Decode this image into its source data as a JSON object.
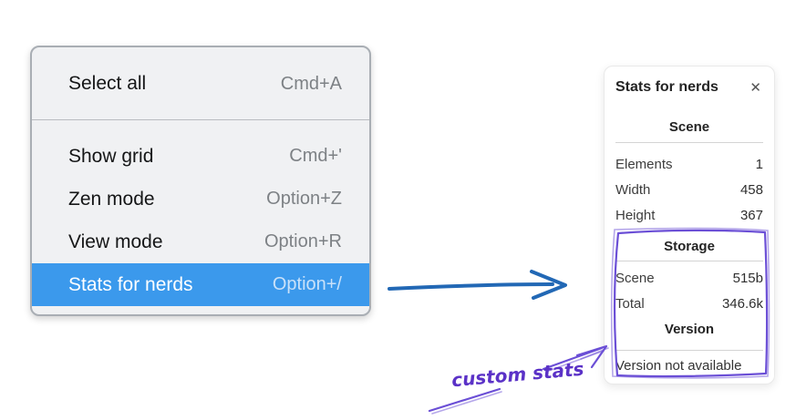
{
  "context_menu": {
    "group1": [
      {
        "label": "Select all",
        "shortcut": "Cmd+A"
      }
    ],
    "group2": [
      {
        "label": "Show grid",
        "shortcut": "Cmd+'"
      },
      {
        "label": "Zen mode",
        "shortcut": "Option+Z"
      },
      {
        "label": "View mode",
        "shortcut": "Option+R"
      },
      {
        "label": "Stats for nerds",
        "shortcut": "Option+/",
        "selected": true
      }
    ],
    "colors": {
      "highlight_blue": "#3b99ec",
      "background": "#f0f1f3",
      "border": "#a9aeb4",
      "shortcut_text": "#7d8185"
    }
  },
  "stats_panel": {
    "title": "Stats for nerds",
    "close_icon": "✕",
    "scene_section": {
      "heading": "Scene",
      "rows": [
        {
          "label": "Elements",
          "value": "1"
        },
        {
          "label": "Width",
          "value": "458"
        },
        {
          "label": "Height",
          "value": "367"
        }
      ]
    },
    "storage_section": {
      "heading": "Storage",
      "rows": [
        {
          "label": "Scene",
          "value": "515b"
        },
        {
          "label": "Total",
          "value": "346.6k"
        }
      ]
    },
    "version_section": {
      "heading": "Version",
      "note": "Version not available"
    }
  },
  "annotations": {
    "custom_stats_label": "custom stats",
    "colors": {
      "annotation_purple": "#6b4fd6",
      "handwriting_purple": "#5b32c7",
      "arrow_blue": "#2268b5"
    }
  }
}
